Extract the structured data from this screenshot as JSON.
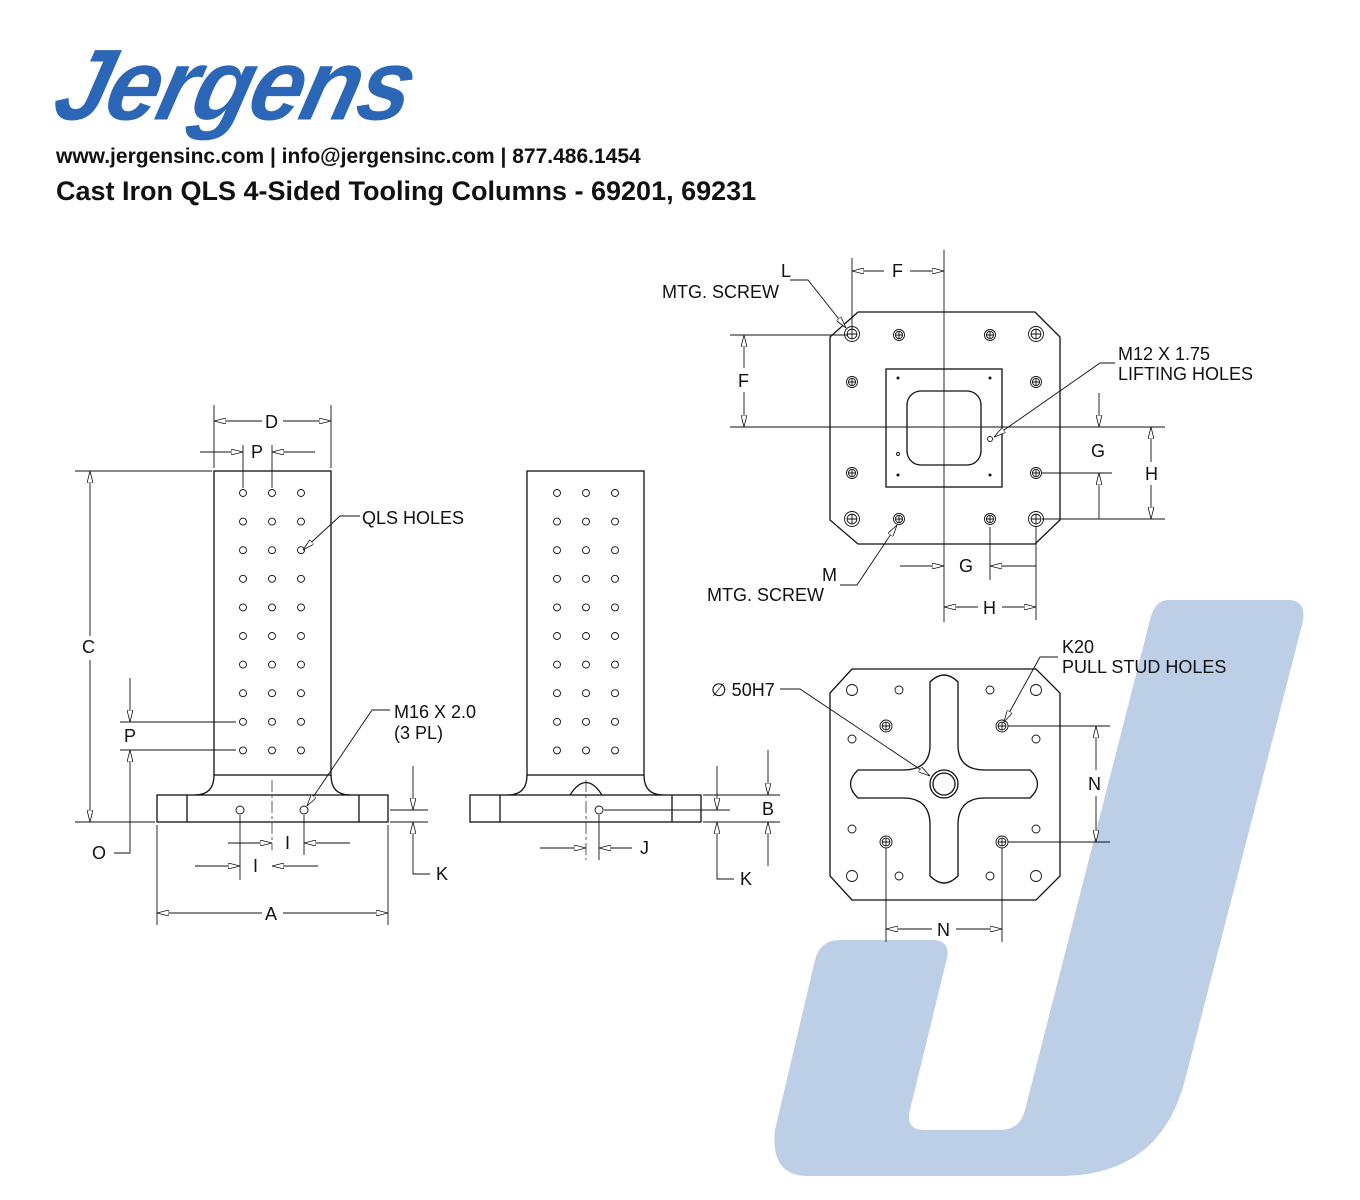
{
  "header": {
    "logo_text": "Jergens",
    "contact": "www.jergensinc.com | info@jergensinc.com | 877.486.1454",
    "title": "Cast Iron QLS 4-Sided Tooling Columns - 69201, 69231"
  },
  "colors": {
    "brand_blue": "#2b66b7",
    "watermark": "#bccfe6"
  },
  "front_view": {
    "dim_d": "D",
    "dim_p_top": "P",
    "dim_c": "C",
    "dim_p_side": "P",
    "dim_o": "O",
    "dim_i_1": "I",
    "dim_i_2": "I",
    "dim_a": "A",
    "dim_k": "K",
    "qls_holes": "QLS HOLES",
    "thread": "M16 X 2.0",
    "thread_qty": "(3 PL)",
    "hole_rows": 10,
    "hole_cols": 3
  },
  "side_view": {
    "dim_b": "B",
    "dim_j": "J",
    "dim_k": "K",
    "hole_rows": 10,
    "hole_cols": 3
  },
  "top_view": {
    "dim_l": "L",
    "mtg_screw_top": "MTG. SCREW",
    "dim_f_h": "F",
    "dim_f_v": "F",
    "lifting_thread": "M12 X 1.75",
    "lifting_holes": "LIFTING HOLES",
    "dim_g_v": "G",
    "dim_h_v": "H",
    "dim_g_h": "G",
    "dim_h_h": "H",
    "dim_m": "M",
    "mtg_screw_bottom": "MTG. SCREW"
  },
  "bottom_view": {
    "bore": "∅ 50H7",
    "k20": "K20",
    "pull_stud_holes": "PULL STUD HOLES",
    "dim_n_v": "N",
    "dim_n_h": "N"
  }
}
